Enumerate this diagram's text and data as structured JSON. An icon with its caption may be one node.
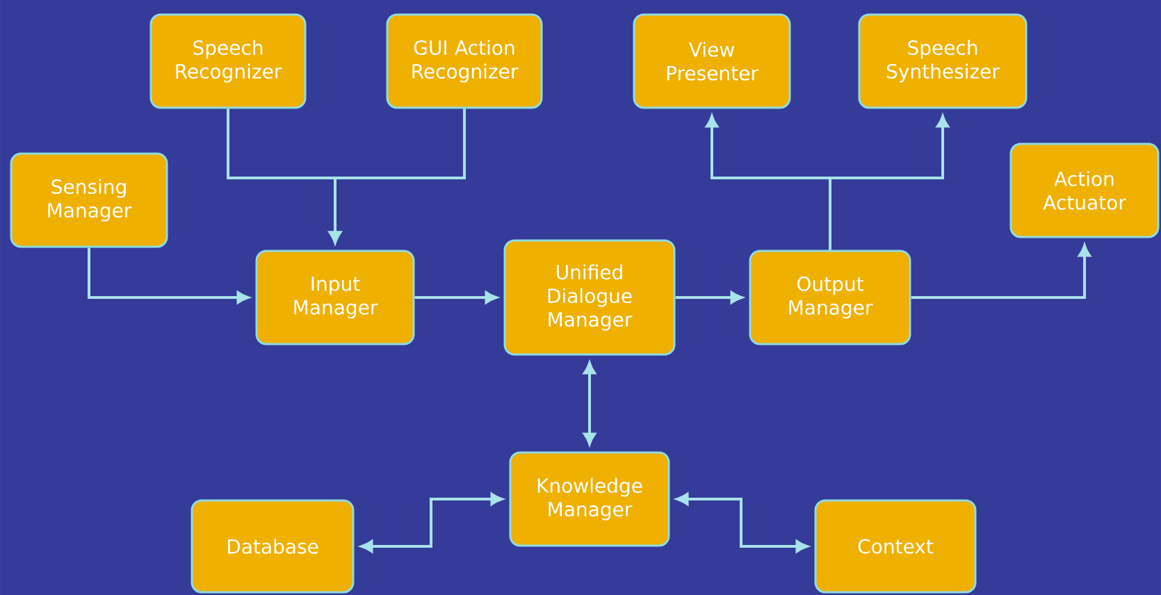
{
  "diagram": {
    "nodes": [
      {
        "text": [
          "Speech Recognizer"
        ]
      },
      {
        "text": [
          "GUI Action Recognizer"
        ]
      },
      {
        "text": [
          "View Presenter"
        ]
      },
      {
        "text": [
          "Speech Synthesizer"
        ]
      },
      {
        "text": [
          "Sensing Manager"
        ]
      },
      {
        "text": [
          "Action Actuator"
        ]
      },
      {
        "text": [
          "Input Manager"
        ]
      },
      {
        "text": [
          "Unified Dialogue Manager"
        ]
      },
      {
        "text": [
          "Output Manager"
        ]
      },
      {
        "text": [
          "Knowledge Manager"
        ]
      },
      {
        "text": [
          "Database"
        ]
      },
      {
        "text": [
          "Context"
        ]
      }
    ],
    "edges": [
      {
        "from": 0,
        "to": 6,
        "arrow": "to"
      },
      {
        "from": 1,
        "to": 6,
        "arrow": "to"
      },
      {
        "from": 4,
        "to": 6,
        "arrow": "to"
      },
      {
        "from": 6,
        "to": 7,
        "arrow": "to"
      },
      {
        "from": 7,
        "to": 8,
        "arrow": "to"
      },
      {
        "from": 8,
        "to": 2,
        "arrow": "to"
      },
      {
        "from": 8,
        "to": 3,
        "arrow": "to"
      },
      {
        "from": 8,
        "to": 5,
        "arrow": "to"
      },
      {
        "from": 7,
        "to": 9,
        "arrow": "both"
      },
      {
        "from": 9,
        "to": 10,
        "arrow": "both"
      },
      {
        "from": 9,
        "to": 11,
        "arrow": "both"
      }
    ]
  }
}
